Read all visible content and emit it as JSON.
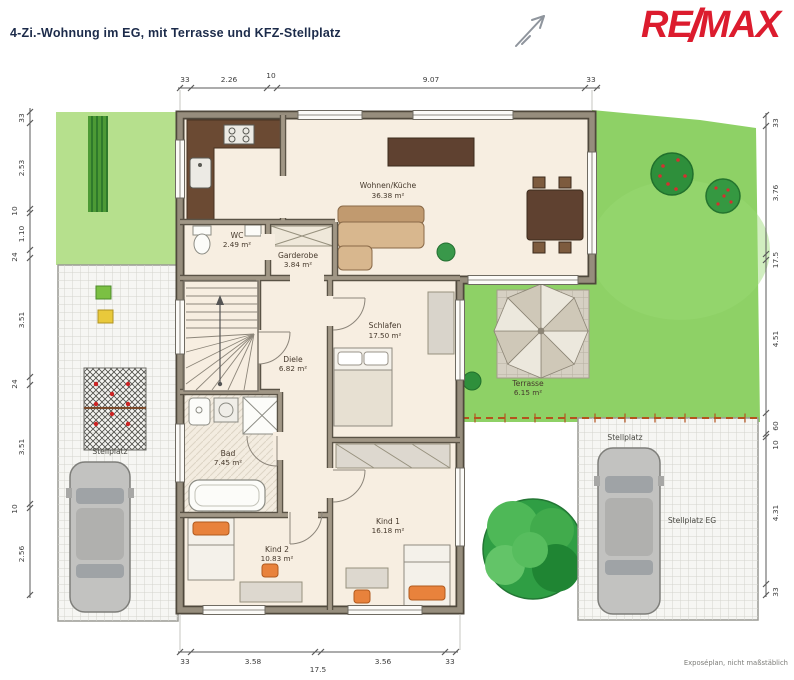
{
  "header": {
    "title": "4-Zi.-Wohnung im EG, mit Terrasse und KFZ-Stellplatz",
    "logo_re": "RE",
    "logo_slash": "/",
    "logo_max": "MAX"
  },
  "rooms": {
    "wohnen_kueche": {
      "label": "Wohnen/Küche",
      "area": "36.38 m²"
    },
    "wc": {
      "label": "WC",
      "area": "2.49 m²"
    },
    "garderobe": {
      "label": "Garderobe",
      "area": "3.84 m²"
    },
    "diele": {
      "label": "Diele",
      "area": "6.82 m²"
    },
    "schlafen": {
      "label": "Schlafen",
      "area": "17.50 m²"
    },
    "bad": {
      "label": "Bad",
      "area": "7.45 m²"
    },
    "kind1": {
      "label": "Kind 1",
      "area": "16.18 m²"
    },
    "kind2": {
      "label": "Kind 2",
      "area": "10.83 m²"
    },
    "terrasse": {
      "label": "Terrasse",
      "area": "6.15 m²"
    }
  },
  "outdoor": {
    "stellplatz_left": "Stellplatz",
    "stellplatz_right": "Stellplatz",
    "stellplatz_eg": "Stellplatz EG"
  },
  "dims": {
    "top": [
      "33",
      "2.26",
      "10",
      "9.07",
      "33"
    ],
    "left": [
      "33",
      "2.53",
      "10",
      "1.10",
      "24",
      "3.51",
      "24",
      "3.51",
      "10",
      "2.56"
    ],
    "right": [
      "33",
      "3.76",
      "17.5",
      "4.51",
      "60",
      "10",
      "4.31",
      "33"
    ],
    "bottom": [
      "33",
      "3.58",
      "17.5",
      "3.56",
      "33"
    ]
  },
  "footer": {
    "note": "Exposéplan, nicht maßstäblich"
  },
  "colors": {
    "remax_red": "#dc1c2e",
    "lawn": "#8ed166",
    "boundary_orange": "#b4541e"
  }
}
